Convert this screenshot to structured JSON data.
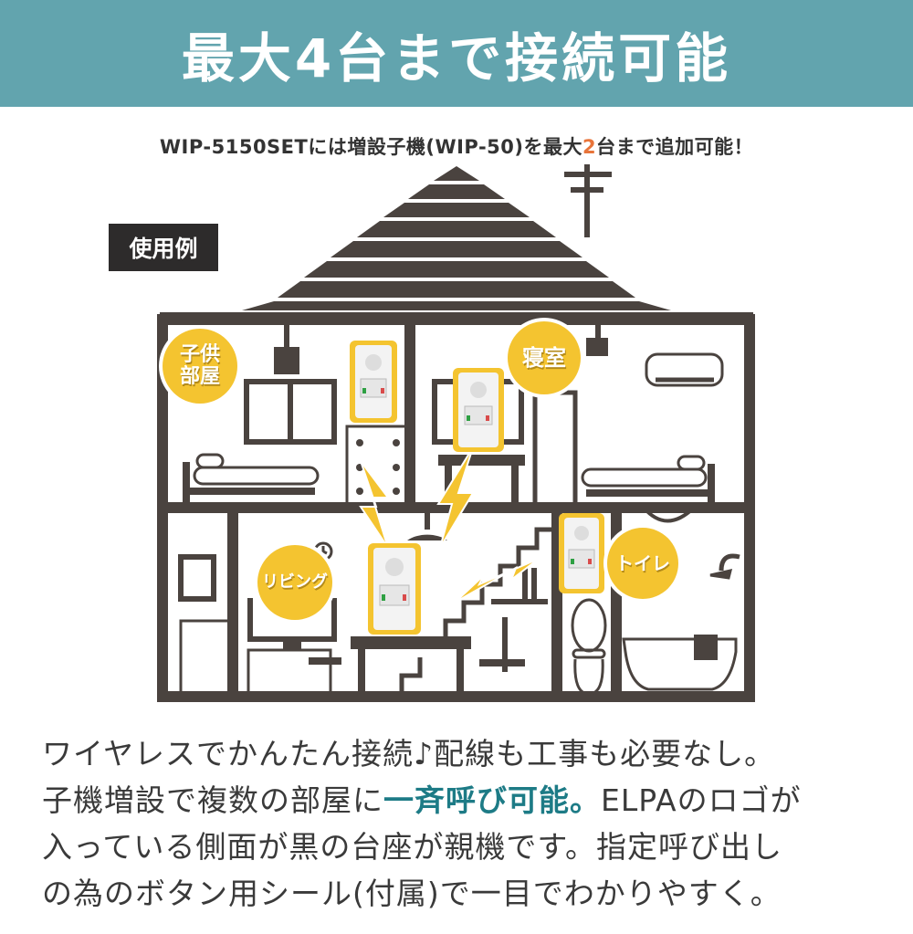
{
  "header": {
    "title": "最大4台まで接続可能",
    "background_color": "#62a4ae"
  },
  "subtitle": {
    "before": "WIP-5150SETには増設子機(WIP-50)を最大",
    "number": "2",
    "after": "台まで追加可能！",
    "accent_color": "#e8743a"
  },
  "example_badge": "使用例",
  "rooms": [
    {
      "id": "kids-room",
      "label_line1": "子供",
      "label_line2": "部屋"
    },
    {
      "id": "bedroom",
      "label": "寝室"
    },
    {
      "id": "living",
      "label": "リビング"
    },
    {
      "id": "toilet",
      "label": "トイレ"
    }
  ],
  "devices": [
    {
      "room": "kids-room",
      "type": "intercom-handset"
    },
    {
      "room": "bedroom",
      "type": "intercom-handset"
    },
    {
      "room": "living",
      "type": "intercom-handset"
    },
    {
      "room": "toilet",
      "type": "intercom-handset"
    }
  ],
  "description": {
    "line1": "ワイヤレスでかんたん接続♪配線も工事も必要なし。",
    "line2_before": "子機増設で複数の部屋に",
    "line2_highlight": "一斉呼び可能。",
    "line2_after": "ELPAのロゴが",
    "line3": "入っている側面が黒の台座が親機です。指定呼び出し",
    "line4": "の為のボタン用シール(付属)で一目でわかりやすく。",
    "highlight_color": "#1d7b86"
  }
}
